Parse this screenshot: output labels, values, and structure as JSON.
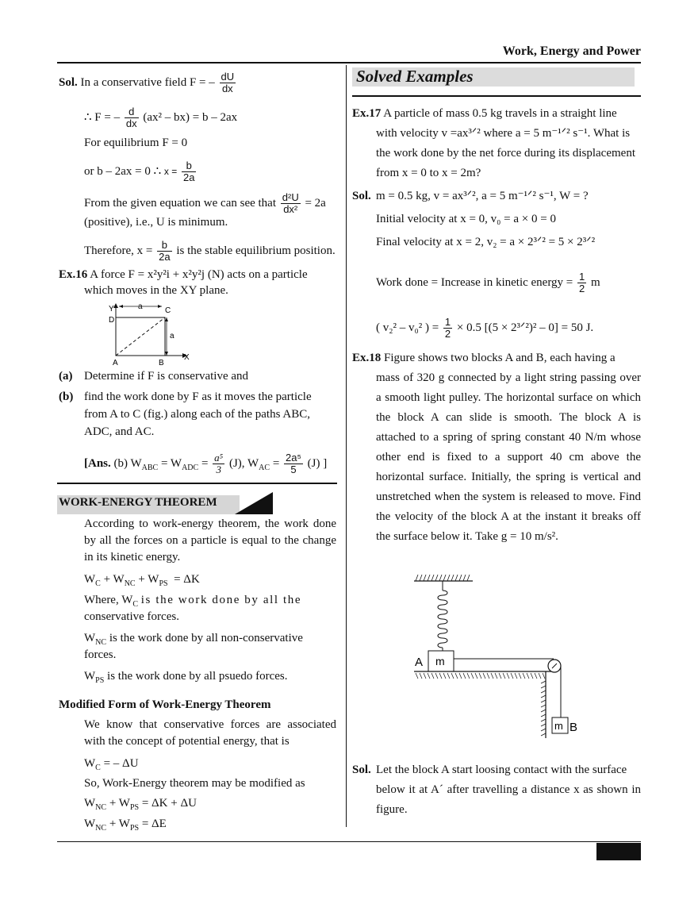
{
  "header": {
    "title": "Work, Energy and Power"
  },
  "left": {
    "sol_label": "Sol.",
    "sol_line1_text": "In a conservative field F = –",
    "frac_dU": "dU",
    "frac_dx": "dx",
    "therefore_line": "∴  F = –",
    "d_num": "d",
    "d_den": "dx",
    "therefore_rest": "(ax² – bx) = b – 2ax",
    "equilibrium": "For equilibrium F = 0",
    "or_line": "or    b – 2ax = 0  ∴",
    "x_eq": "x =",
    "b_num": "b",
    "twoa_den": "2a",
    "from_eq": "From the given equation we can see that",
    "d2U_num": "d²U",
    "dx2_den": "dx²",
    "eq_2a": "= 2a",
    "positive": "(positive), i.e., U is minimum.",
    "therefore_x": "Therefore, x =",
    "stable": "is the stable equilibrium position.",
    "ex16_label": "Ex.16",
    "ex16_text1": "A force F = x²y²i + x²y²j (N) acts on a particle",
    "ex16_text2": "which moves in the XY plane.",
    "fig16": {
      "y": "Y",
      "a_top": "a",
      "c": "C",
      "d": "D",
      "a_side": "a",
      "x": "X",
      "a_corner": "A",
      "b_corner": "B"
    },
    "part_a_label": "(a)",
    "part_a": "Determine if F is conservative and",
    "part_b_label": "(b)",
    "part_b1": "find the work done by F as it moves the particle",
    "part_b2": "from A to C (fig.) along each of the paths ABC,",
    "part_b3": "ADC, and AC.",
    "ans_label": "[Ans.",
    "ans_b": "(b) W",
    "ans_abc_sub": "ABC",
    "ans_eq": "= W",
    "ans_adc_sub": "ADC",
    "ans_eq2": "=",
    "a5_num": "a⁵",
    "three_den": "3",
    "ans_j1": "(J), W",
    "ans_ac_sub": "AC",
    "ans_eq3": "=",
    "twoa5_num": "2a⁵",
    "five_den": "5",
    "ans_j2": "(J) ]",
    "wet_title": "WORK-ENERGY THEOREM",
    "wet_para": "According to work-energy theorem, the work done by all the forces on a particle is equal to the change in its kinetic energy.",
    "wet_eq": "W",
    "wet_where": "Where,  W",
    "wet_where_rest": "is the work done by all the",
    "wet_conservative": "conservative forces.",
    "wnc_line1": "is the work done by all non-conservative",
    "wnc_line2": "forces.",
    "wps_line": "is the work done by all psuedo forces.",
    "mod_title": "Modified Form of Work-Energy Theorem",
    "mod_para": "We know that conservative forces are associated with the concept of potential energy, that is",
    "wc_du": "= – ΔU",
    "so_line": "So, Work-Energy theorem may be modified as",
    "eq_k_u": "= ΔK + ΔU",
    "eq_e": "= ΔE"
  },
  "right": {
    "section_title": "Solved Examples",
    "ex17_label": "Ex.17",
    "ex17_l1": "A particle of mass 0.5 kg travels in a straight line",
    "ex17_l2": "with velocity v =ax³ᐟ² where a = 5 m⁻¹ᐟ² s⁻¹. What is",
    "ex17_l3": "the work done by the net force during its displacement",
    "ex17_l4": "from x = 0 to x = 2m?",
    "sol_label": "Sol.",
    "sol_l1": "m = 0.5 kg, v = ax³ᐟ², a = 5 m⁻¹ᐟ² s⁻¹, W = ?",
    "sol_l2": "Initial velocity at x = 0, v₀ = a × 0 = 0",
    "sol_l3": "Final velocity at x = 2, v₂ = a × 2³ᐟ² = 5 × 2³ᐟ²",
    "sol_l4": "Work done = Increase in kinetic energy =",
    "half_num": "1",
    "half_den": "2",
    "sol_l4_end": "m",
    "sol_l5a": "( v₂² – v₀² ) =",
    "sol_l5b": "× 0.5 [(5 × 2³ᐟ²)² – 0] = 50 J.",
    "ex18_label": "Ex.18",
    "ex18_l1": "Figure shows two blocks A and B, each having a",
    "ex18_rest": "mass of 320 g connected by a light string passing over a smooth light pulley. The horizontal surface on which the block A can slide is smooth. The block A is attached to a spring of spring constant 40 N/m whose other end is fixed to a support 40 cm above the horizontal surface. Initially, the spring is vertical and unstretched when the system is released to move. Find the velocity of the block A at the instant it breaks off the surface below it. Take g = 10 m/s².",
    "fig18": {
      "a_label": "A",
      "m_a": "m",
      "m_b": "m",
      "b_label": "B"
    },
    "sol2_label": "Sol.",
    "sol2_l1": "Let the block A start loosing contact with the surface",
    "sol2_rest": "below it at A´ after travelling a distance x as shown in figure."
  }
}
